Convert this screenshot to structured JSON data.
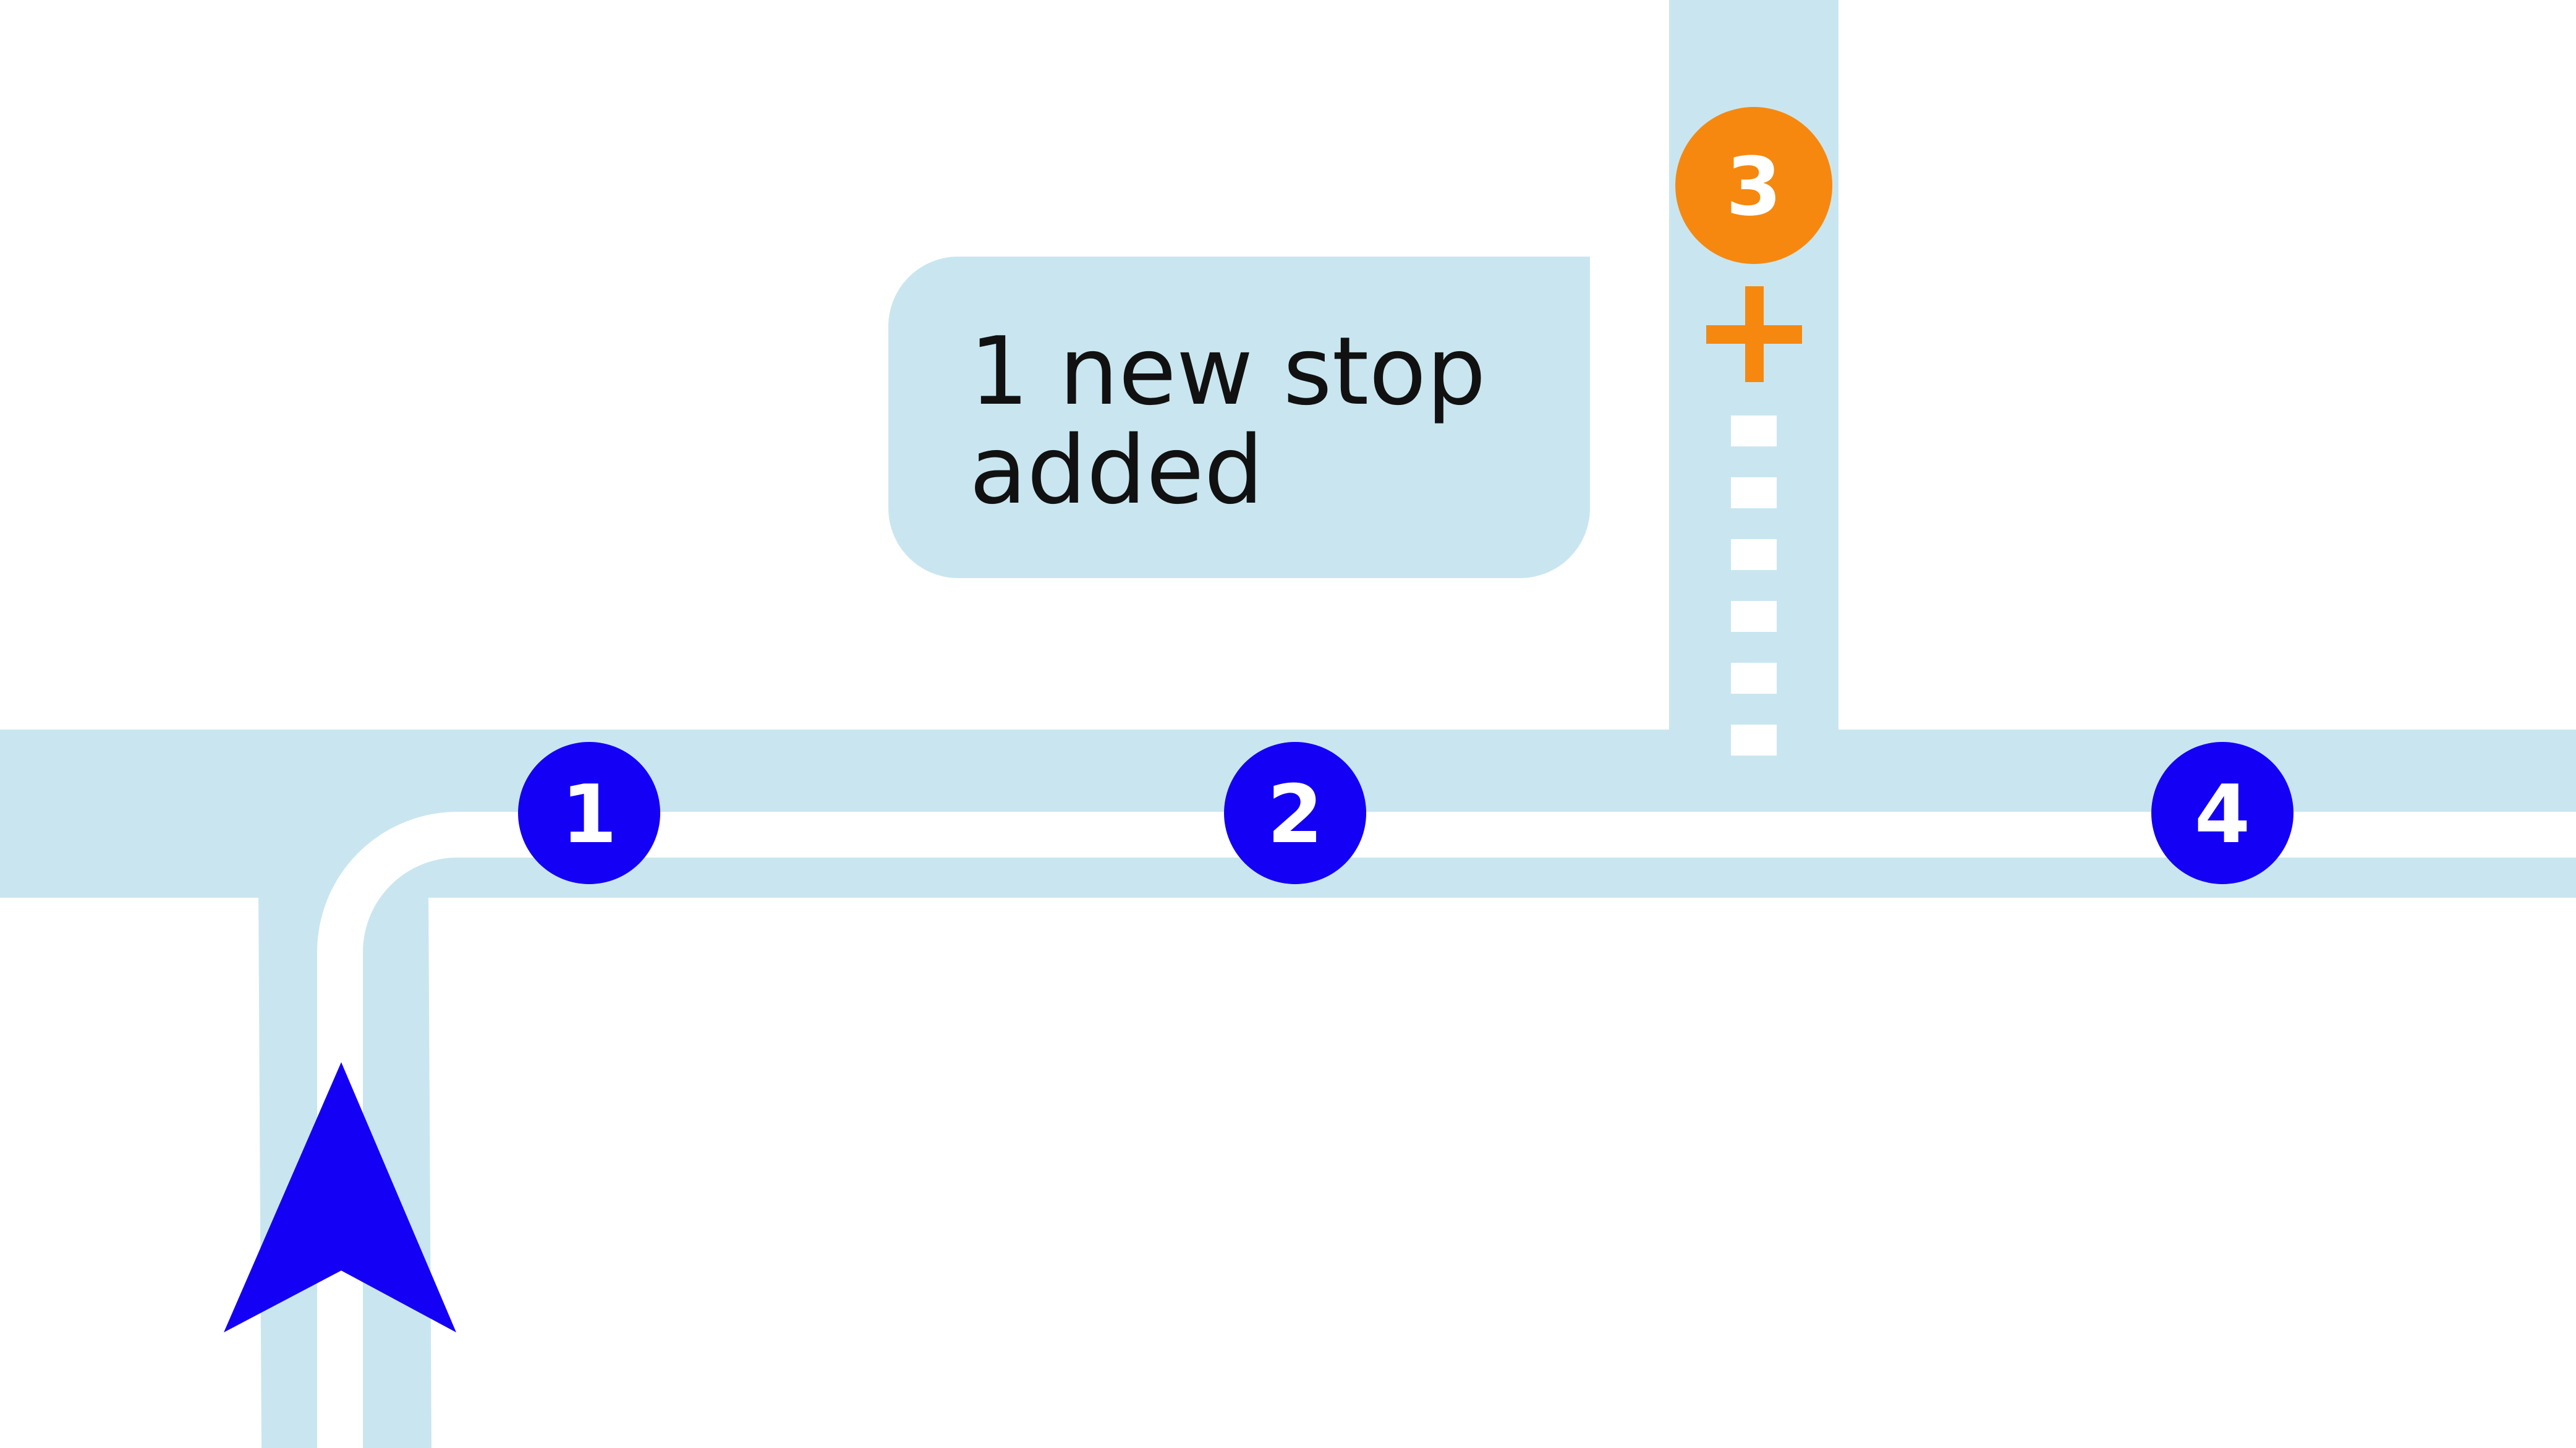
{
  "notice": {
    "line1": "1 new stop",
    "line2": "added"
  },
  "stops": [
    {
      "label": "1",
      "status": "existing",
      "color": "#1300f5"
    },
    {
      "label": "2",
      "status": "existing",
      "color": "#1300f5"
    },
    {
      "label": "3",
      "status": "new",
      "color": "#f6880f"
    },
    {
      "label": "4",
      "status": "existing",
      "color": "#1300f5"
    }
  ],
  "colors": {
    "road": "#c9e6f0",
    "route": "#ffffff",
    "background": "#ffffff",
    "accent_new": "#f6880f",
    "position_marker": "#1300f5",
    "text": "#111111"
  },
  "icons": {
    "position": "navigation-arrow-icon",
    "add": "plus-icon"
  }
}
